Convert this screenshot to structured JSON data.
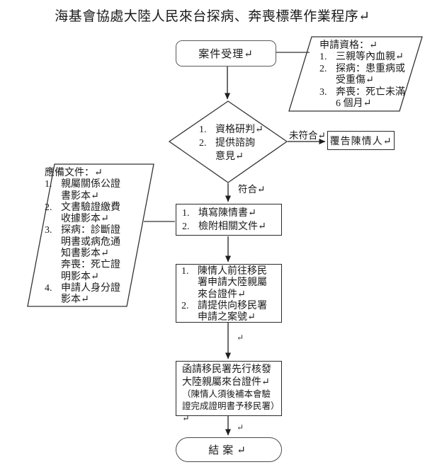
{
  "title": "海基會協處大陸人民來台探病、奔喪標準作業程序↵",
  "flow": {
    "start": "案件受理↵",
    "decision": {
      "items": [
        {
          "num": "1.",
          "text": "資格研判↵"
        },
        {
          "num": "2.",
          "text": "提供諮詢\n意見↵"
        }
      ]
    },
    "no_label": "未符合↵",
    "yes_label": "符合↵",
    "reject": "覆告陳情人↵",
    "step1": {
      "items": [
        {
          "num": "1.",
          "text": "填寫陳情書↵"
        },
        {
          "num": "2.",
          "text": "檢附相關文件↵"
        }
      ]
    },
    "step2": {
      "items": [
        {
          "num": "1.",
          "text": "陳情人前往移民\n署申請大陸親屬\n來台證件↵"
        },
        {
          "num": "2.",
          "text": "請提供向移民署\n申請之案號↵"
        }
      ]
    },
    "step3": {
      "main": "函請移民署先行核發\n大陸親屬來台證件↵",
      "note": "（陳情人須後補本會驗\n證完成證明書予移民署）↵"
    },
    "end": "結案↵"
  },
  "qualifications": {
    "header": "申請資格：↵",
    "items": [
      {
        "num": "1.",
        "text": "三親等內血親↵"
      },
      {
        "num": "2.",
        "text": "探病：患重病或\n受重傷↵"
      },
      {
        "num": "3.",
        "text": "奔喪：死亡未滿\n6 個月↵"
      }
    ]
  },
  "documents": {
    "header": "應備文件：↵",
    "items": [
      {
        "num": "1.",
        "text": "親屬關係公證\n書影本↵"
      },
      {
        "num": "2.",
        "text": "文書驗證繳費\n收據影本↵"
      },
      {
        "num": "3.",
        "text": "探病：診斷證\n明書或病危通\n知書影本↵\n奔喪：死亡證\n明影本↵"
      },
      {
        "num": "4.",
        "text": "申請人身分證\n影本↵"
      }
    ]
  },
  "marks": {
    "m1": "↵",
    "m2": "↵"
  }
}
